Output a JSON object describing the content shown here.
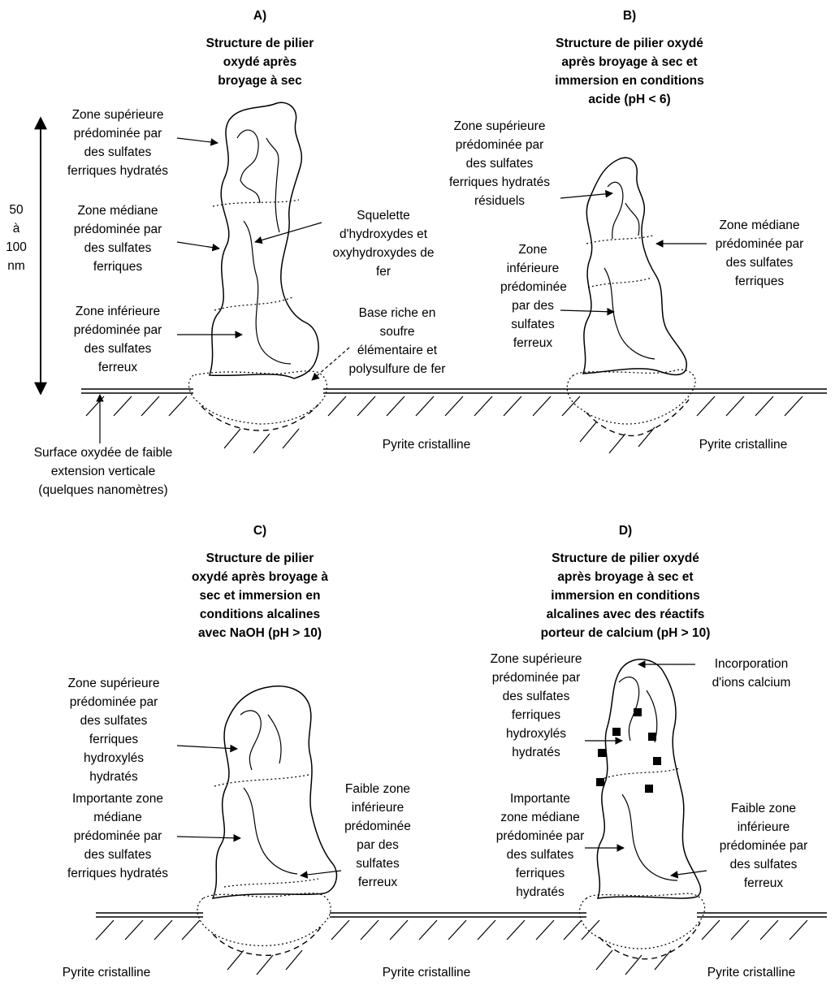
{
  "panels": {
    "a": {
      "letter": "A)",
      "title": "Structure de pilier\noxydé après\nbroyage à sec",
      "scale_label": "50\nà\n100\nnm",
      "upper_zone": "Zone supérieure\nprédominée par\ndes sulfates\nferriques hydratés",
      "middle_zone": "Zone médiane\nprédominée par\ndes sulfates\nferriques",
      "lower_zone": "Zone inférieure\nprédominée par\ndes sulfates\nferreux",
      "skeleton": "Squelette\nd'hydroxydes et\noxyhydroxydes de\nfer",
      "base": "Base riche en\nsoufre\nélémentaire et\npolysulfure de fer",
      "surface": "Surface oxydée de faible\nextension verticale\n(quelques nanomètres)",
      "substrate": "Pyrite cristalline"
    },
    "b": {
      "letter": "B)",
      "title": "Structure de pilier oxydé\naprès broyage à sec et\nimmersion en conditions\nacide (pH < 6)",
      "upper_zone": "Zone supérieure\nprédominée par\ndes sulfates\nferriques hydratés\nrésiduels",
      "middle_zone": "Zone médiane\nprédominée par\ndes sulfates\nferriques",
      "lower_zone": "Zone\ninférieure\nprédominée\npar des\nsulfates\nferreux",
      "substrate": "Pyrite cristalline"
    },
    "c": {
      "letter": "C)",
      "title": "Structure de pilier\noxydé après broyage à\nsec et immersion en\nconditions alcalines\navec NaOH (pH > 10)",
      "upper_zone": "Zone supérieure\nprédominée par\ndes sulfates\nferriques\nhydroxylés\nhydratés",
      "middle_zone": "Importante zone\nmédiane\nprédominée par\ndes sulfates\nferriques hydratés",
      "lower_zone": "Faible zone\ninférieure\nprédominée\npar des\nsulfates\nferreux",
      "substrate_left": "Pyrite cristalline",
      "substrate_mid": "Pyrite cristalline"
    },
    "d": {
      "letter": "D)",
      "title": "Structure de pilier oxydé\naprès broyage à sec et\nimmersion en conditions\nalcalines avec des réactifs\nporteur de calcium (pH > 10)",
      "upper_zone": "Zone supérieure\nprédominée par\ndes sulfates\nferriques\nhydroxylés\nhydratés",
      "calcium": "Incorporation\nd'ions calcium",
      "middle_zone": "Importante\nzone médiane\nprédominée par\ndes sulfates\nferriques\nhydratés",
      "lower_zone": "Faible zone\ninférieure\nprédominée par\ndes sulfates\nferreux",
      "substrate": "Pyrite cristalline"
    }
  },
  "colors": {
    "ink": "#000000",
    "background": "#ffffff"
  }
}
